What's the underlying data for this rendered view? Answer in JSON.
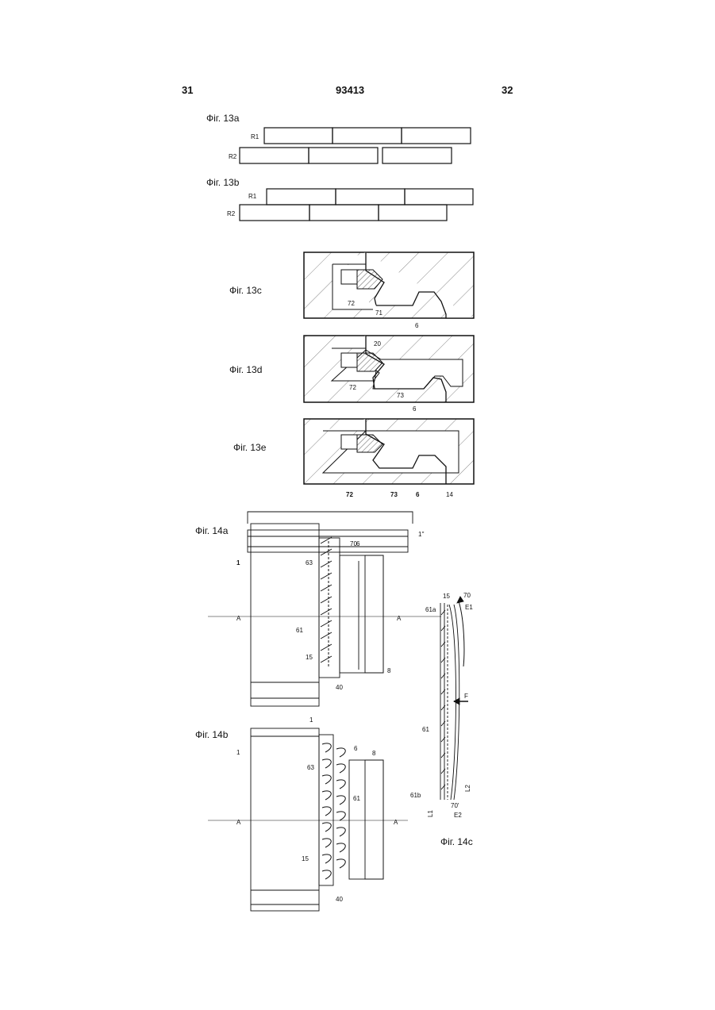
{
  "header": {
    "page_left": "31",
    "patent_number": "93413",
    "page_right": "32"
  },
  "figures": {
    "fig13a": {
      "caption": "Фіг. 13a",
      "row1": "R1",
      "row2": "R2"
    },
    "fig13b": {
      "caption": "Фіг. 13b",
      "row1": "R1",
      "row2": "R2"
    },
    "fig13c": {
      "caption": "Фіг. 13c",
      "labels": [
        "72",
        "71",
        "6"
      ]
    },
    "fig13d": {
      "caption": "Фіг. 13d",
      "labels": [
        "20",
        "72",
        "73",
        "6"
      ]
    },
    "fig13e": {
      "caption": "Фіг. 13e",
      "labels": [
        "72",
        "73",
        "6",
        "14"
      ]
    },
    "fig14a": {
      "caption": "Фіг. 14a",
      "labels": [
        "70",
        "1''",
        "6",
        "1",
        "63",
        "A",
        "A",
        "61",
        "15",
        "8",
        "40"
      ]
    },
    "fig14b": {
      "caption": "Фіг. 14b",
      "labels": [
        "1",
        "6",
        "8",
        "1",
        "63",
        "61",
        "A",
        "A",
        "15",
        "40"
      ]
    },
    "fig14c": {
      "caption": "Фіг. 14c",
      "labels": [
        "15",
        "70",
        "61a",
        "E1",
        "F",
        "61",
        "L2",
        "61b",
        "70'",
        "E2",
        "L1"
      ]
    }
  }
}
